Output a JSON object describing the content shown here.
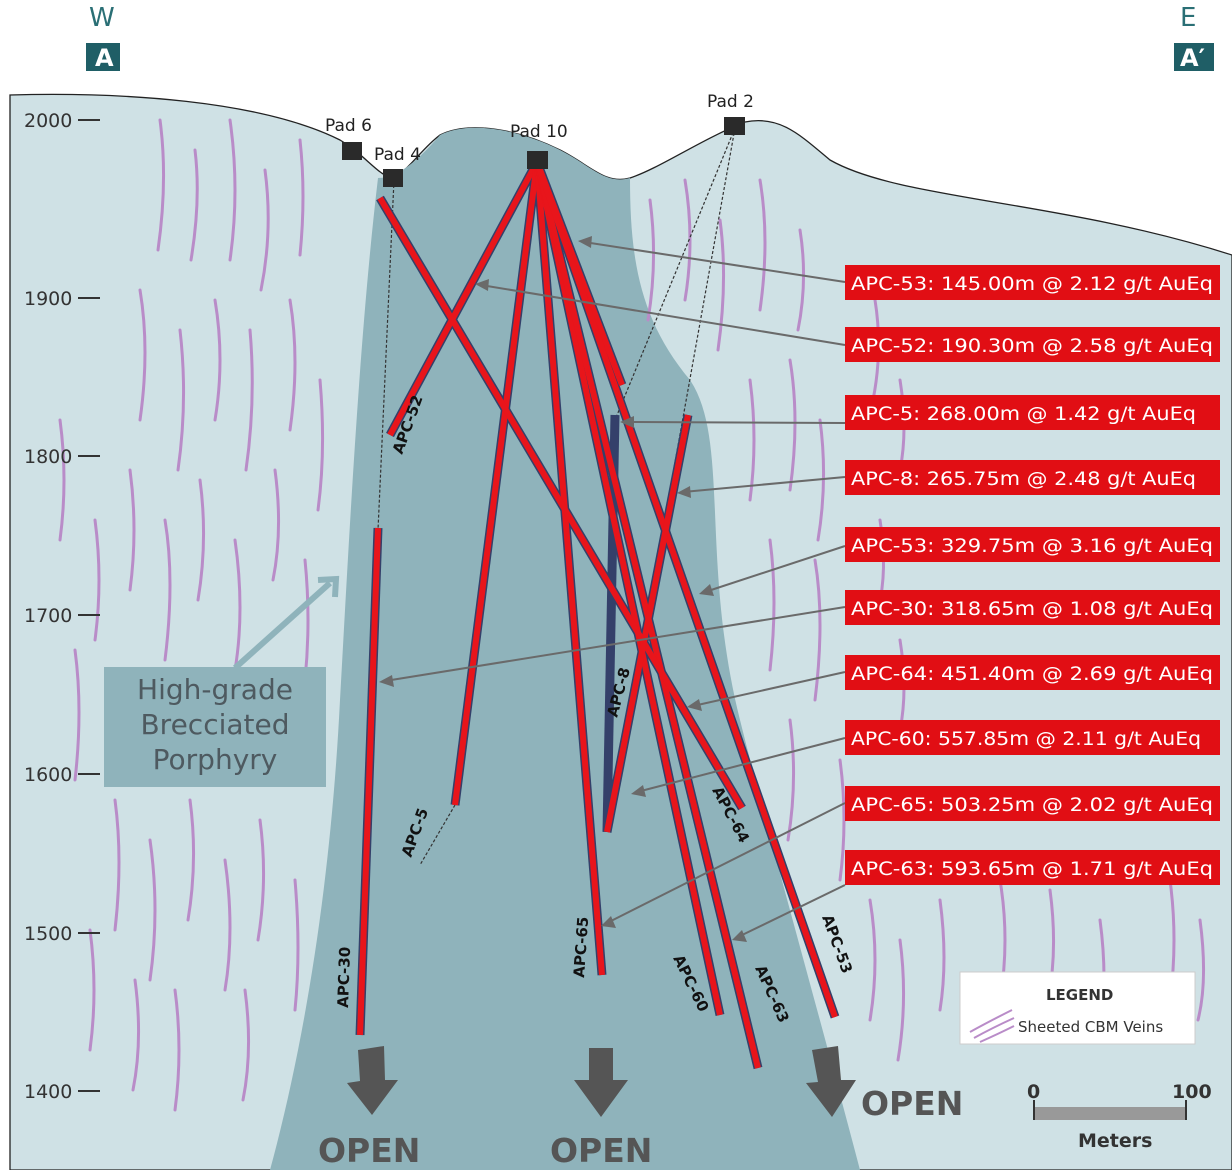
{
  "directions": {
    "west_letter": "W",
    "west_section": "A",
    "east_letter": "E",
    "east_section": "A′"
  },
  "elevations": [
    "2000",
    "1900",
    "1800",
    "1700",
    "1600",
    "1500",
    "1400"
  ],
  "pads": [
    "Pad 6",
    "Pad 4",
    "Pad 10",
    "Pad 2"
  ],
  "holes": [
    "APC-52",
    "APC-5",
    "APC-8",
    "APC-64",
    "APC-30",
    "APC-65",
    "APC-60",
    "APC-63",
    "APC-53"
  ],
  "intercepts": [
    "APC-53: 145.00m @ 2.12 g/t AuEq",
    "APC-52: 190.30m @ 2.58 g/t AuEq",
    "APC-5: 268.00m @ 1.42 g/t AuEq",
    "APC-8: 265.75m @ 2.48 g/t AuEq",
    "APC-53: 329.75m @ 3.16 g/t AuEq",
    "APC-30: 318.65m @ 1.08 g/t AuEq",
    "APC-64: 451.40m @ 2.69 g/t AuEq",
    "APC-60: 557.85m @ 2.11 g/t AuEq",
    "APC-65: 503.25m @ 2.02 g/t AuEq",
    "APC-63: 593.65m @ 1.71 g/t AuEq"
  ],
  "zone_label": [
    "High-grade",
    "Brecciated",
    "Porphyry"
  ],
  "open_labels": [
    "OPEN",
    "OPEN",
    "OPEN"
  ],
  "legend": {
    "title": "LEGEND",
    "item": "Sheeted CBM Veins"
  },
  "scale": {
    "start": "0",
    "end": "100",
    "unit": "Meters"
  },
  "colors": {
    "outer_rock": "#cfe1e5",
    "porphyry": "#8fb3bb",
    "drill_hole": "#e8151b",
    "callout_box": "#e10e14",
    "veins": "#b98cc8",
    "section_box": "#1f5e66",
    "arrow": "#555555"
  }
}
